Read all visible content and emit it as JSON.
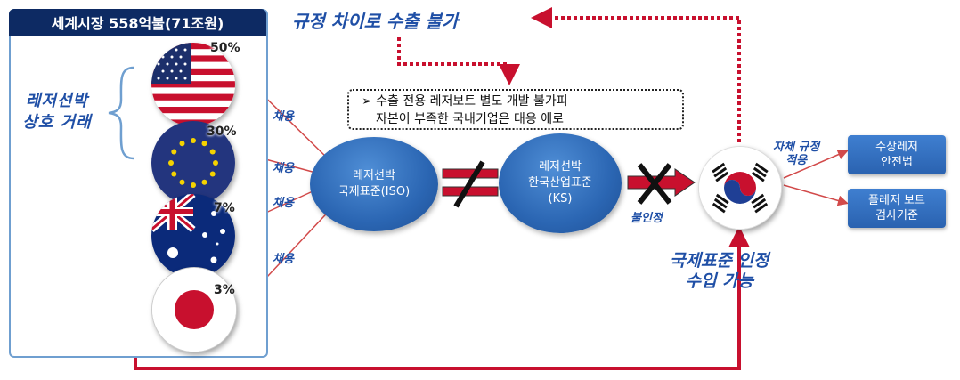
{
  "panel": {
    "title": "세계시장 558억불(71조원)",
    "side_label_line1": "레저선박",
    "side_label_line2": "상호 거래"
  },
  "markets": [
    {
      "flag": "us-flag",
      "share": "50%"
    },
    {
      "flag": "eu-flag",
      "share": "30%"
    },
    {
      "flag": "au-flag",
      "share": "7%"
    },
    {
      "flag": "jp-flag",
      "share": "3%"
    }
  ],
  "adopt_label": "채용",
  "iso": {
    "line1": "레저선박",
    "line2": "국제표준(ISO)"
  },
  "ks": {
    "line1": "레저선박",
    "line2": "한국산업표준",
    "line3": "(KS)"
  },
  "top_label": "규정 차이로 수출 불가",
  "note": {
    "line1": "➢ 수출 전용 레저보트 별도 개발 불가피",
    "line2": "자본이 부족한 국내기업은 대응 애로"
  },
  "not_recognized": "불인정",
  "own_rules": {
    "line1": "자체 규정",
    "line2": "적용"
  },
  "outputs": [
    {
      "line1": "수상레저",
      "line2": "안전법"
    },
    {
      "line1": "플레저 보트",
      "line2": "검사기준"
    }
  ],
  "bottom_label": {
    "line1": "국제표준 인정",
    "line2": "수입 가능"
  },
  "colors": {
    "arrow_red": "#c8102e",
    "navy": "#0d2a63",
    "blue": "#2b66b3"
  }
}
